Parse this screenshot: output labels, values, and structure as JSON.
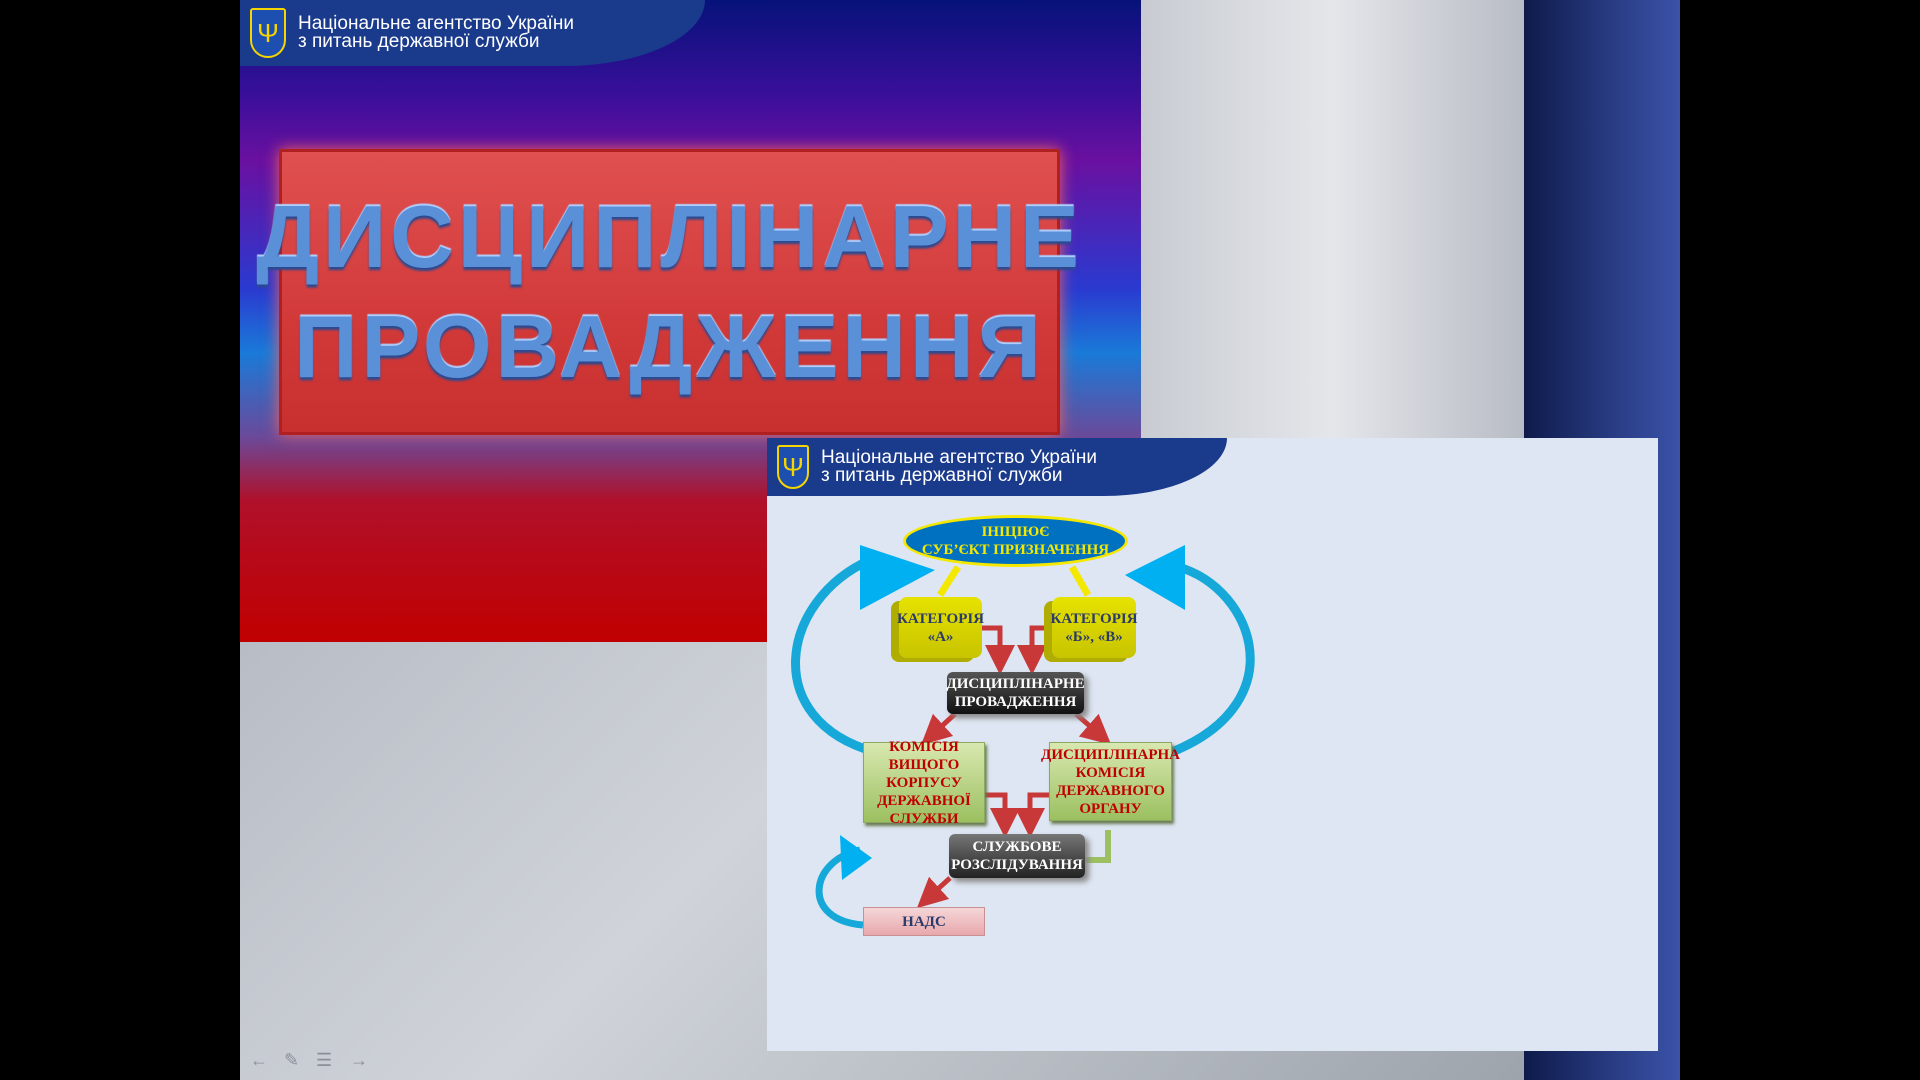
{
  "agency": {
    "line1": "Національне агентство України",
    "line2": "з питань державної служби",
    "emblem": "trident-icon"
  },
  "title_slide": {
    "line1": "ДИСЦИПЛІНАРНЕ",
    "line2": "ПРОВАДЖЕННЯ"
  },
  "diagram": {
    "initiator": {
      "line1": "ІНІЦІЮЄ",
      "line2": "СУБ’ЄКТ ПРИЗНАЧЕННЯ"
    },
    "cat_a": {
      "line1": "КАТЕГОРІЯ",
      "line2": "«А»"
    },
    "cat_bv": {
      "line1": "КАТЕГОРІЯ",
      "line2": "«Б», «В»"
    },
    "proceeding": {
      "line1": "ДИСЦИПЛІНАРНЕ",
      "line2": "ПРОВАДЖЕННЯ"
    },
    "commission_senior": {
      "line1": "КОМІСІЯ ВИЩОГО",
      "line2": "КОРПУСУ",
      "line3": "ДЕРЖАВНОЇ",
      "line4": "СЛУЖБИ"
    },
    "commission_body": {
      "line1": "ДИСЦИПЛІНАРНА",
      "line2": "КОМІСІЯ",
      "line3": "ДЕРЖАВНОГО",
      "line4": "ОРГАНУ"
    },
    "investigation": {
      "line1": "СЛУЖБОВЕ",
      "line2": "РОЗСЛІДУВАННЯ"
    },
    "nads": "НАДС"
  },
  "nav": {
    "prev": "←",
    "pen": "✎",
    "menu": "☰",
    "next": "→"
  }
}
